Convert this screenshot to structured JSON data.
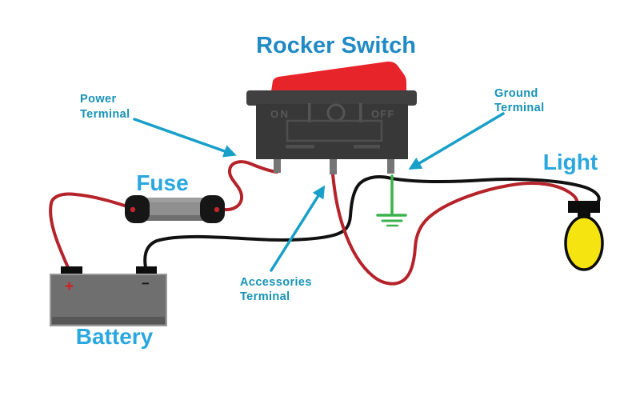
{
  "title": "Rocker Switch",
  "components": {
    "fuse_label": "Fuse",
    "battery_label": "Battery",
    "light_label": "Light"
  },
  "switch_markings": {
    "on": "ON",
    "off": "OFF"
  },
  "battery_markings": {
    "positive": "+",
    "negative": "−"
  },
  "annotations": {
    "power_terminal": {
      "line1": "Power",
      "line2": "Terminal"
    },
    "ground_terminal": {
      "line1": "Ground",
      "line2": "Terminal"
    },
    "accessories_terminal": {
      "line1": "Accessories",
      "line2": "Terminal"
    }
  },
  "colors": {
    "title_blue": "#1f8ac4",
    "component_label_blue": "#2aa7de",
    "terminal_label_teal": "#1692b7",
    "arrow_cyan": "#18a0c8",
    "wire_red": "#b5232a",
    "wire_black": "#111111",
    "ground_green": "#3cb24c",
    "rocker_red": "#e8242b",
    "switch_body_gray": "#383838",
    "bulb_yellow": "#f6e411",
    "battery_gray": "#6f6f6f",
    "fuse_gray": "#8f8f8f"
  }
}
